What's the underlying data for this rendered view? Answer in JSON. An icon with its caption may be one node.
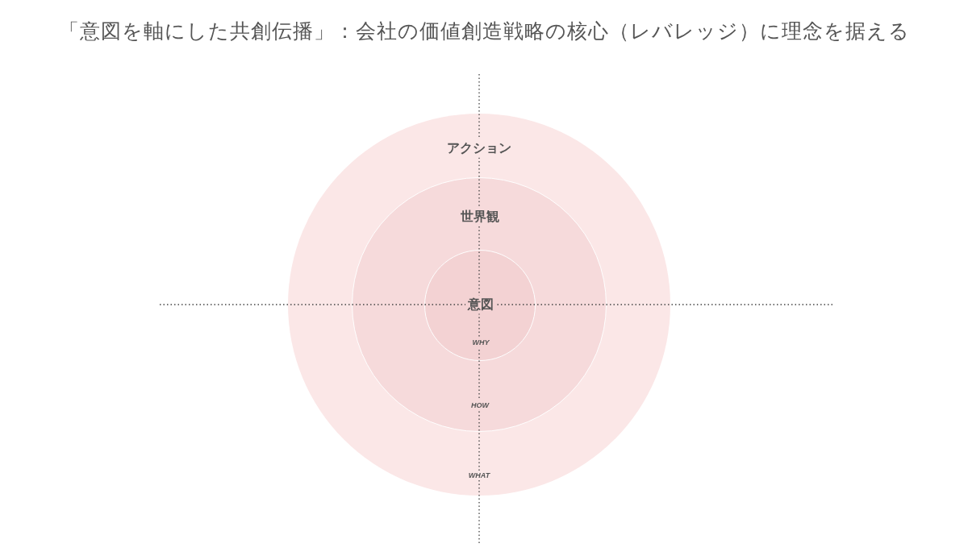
{
  "diagram": {
    "title": "「意図を軸にした共創伝播」：会社の価値創造戦略の核心（レバレッジ）に理念を据える",
    "nodes": [
      {
        "text": [
          "アクション",
          "WHAT"
        ]
      },
      {
        "text": [
          "世界観",
          "HOW"
        ],
        "in": 0
      },
      {
        "text": [
          "意図",
          "WHY"
        ],
        "in": 1
      }
    ]
  }
}
